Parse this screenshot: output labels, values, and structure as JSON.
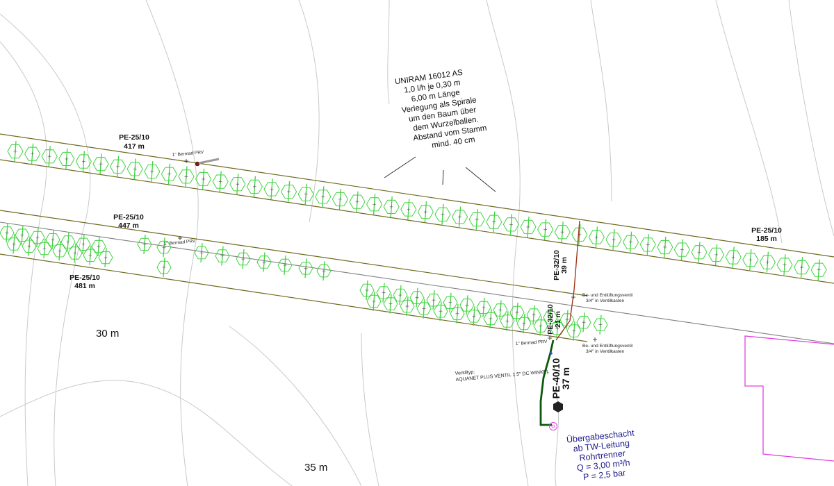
{
  "pipes": {
    "upper_left": {
      "type": "PE-25/10",
      "length": "417 m"
    },
    "upper_right": {
      "type": "PE-25/10",
      "length": "185 m"
    },
    "middle": {
      "type": "PE-25/10",
      "length": "447 m"
    },
    "lower": {
      "type": "PE-25/10",
      "length": "481 m"
    },
    "riser_upper": {
      "type": "PE-32/10",
      "length": "39 m"
    },
    "riser_lower": {
      "type": "PE-32/10",
      "length": "21 m"
    },
    "main": {
      "type": "PE-40/10",
      "length": "37 m"
    }
  },
  "prv_labels": {
    "upper": "1\"   Bermad PRV",
    "middle": "1\"   Bermad PRV",
    "lower": "1\"   Bermad PRV"
  },
  "valves": {
    "upper": {
      "line1": "Be- und Entlüftungsventil",
      "line2": "3/4\" in Ventilkasten"
    },
    "lower": {
      "line1": "Be- und Entlüftungsventil",
      "line2": "3/4\" in Ventilkasten"
    }
  },
  "ventil_type": {
    "line1": "Ventiltyp:",
    "line2": "AQUANET PLUS VENTIL 1.5\" DC WINKEL"
  },
  "contours": [
    "30 m",
    "35 m"
  ],
  "dripline_note": [
    "UNIRAM 16012 AS",
    "1,0 l/h je 0,30 m",
    "6,00 m Länge",
    "Verlegung als Spirale",
    "um den Baum über",
    "dem Wurzelballen.",
    "Abstand vom Stamm",
    "mind. 40 cm"
  ],
  "transfer_shaft": [
    "Übergabeschacht",
    "ab TW-Leitung",
    "Rohrtrenner",
    "Q = 3,00 m³/h",
    "P = 2,5 bar"
  ],
  "colors": {
    "pipe": "#6e6a1e",
    "tree": "#3fd43f",
    "riser": "#a0391e",
    "main": "#0b5a0b",
    "property": "#e040e0",
    "text_blue": "#1c1c8c",
    "contour": "#c8c8c8"
  }
}
